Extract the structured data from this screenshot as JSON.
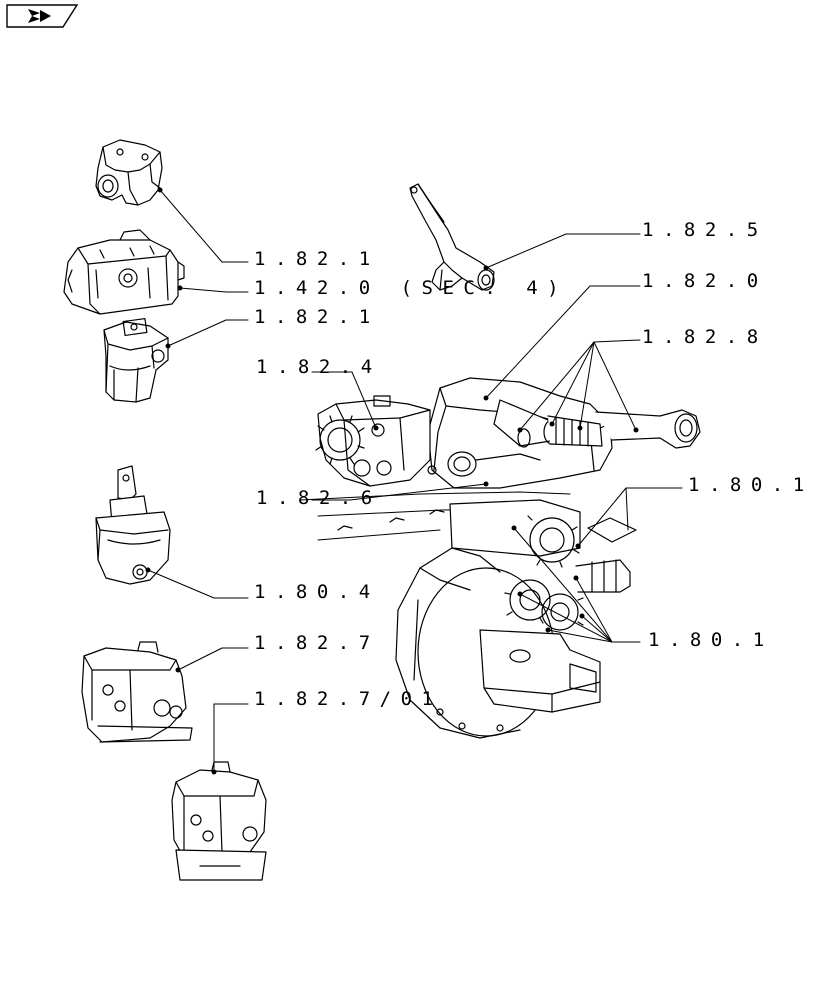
{
  "nav": {
    "icon": "arrow-right-icon"
  },
  "labels": {
    "l_1_82_1_top": "1.82.1",
    "l_1_42_0": "1.42.0 (SEC. 4)",
    "l_1_82_1_mid": "1.82.1",
    "l_1_82_5": "1.82.5",
    "l_1_82_0": "1.82.0",
    "l_1_82_8": "1.82.8",
    "l_1_82_4": "1.82.4",
    "l_1_82_6": "1.82.6",
    "l_1_80_1_top": "1.80.1",
    "l_1_80_4": "1.80.4",
    "l_1_82_7": "1.82.7",
    "l_1_80_1_bot": "1.80.1",
    "l_1_82_7_01": "1.82.7/01"
  },
  "colors": {
    "line": "#000000",
    "background": "#ffffff"
  }
}
